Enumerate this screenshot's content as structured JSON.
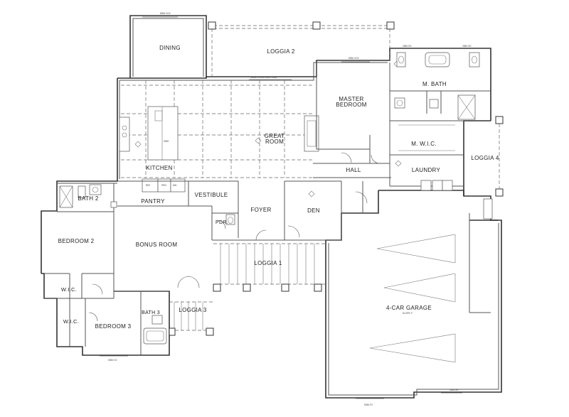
{
  "rooms": {
    "dining": "DINING",
    "loggia_2": "LOGGIA 2",
    "master_bedroom_1": "MASTER",
    "master_bedroom_2": "BEDROOM",
    "m_bath": "M. BATH",
    "great_room_1": "GREAT",
    "great_room_2": "ROOM",
    "m_wic": "M. W.I.C.",
    "loggia_4": "LOGGIA 4",
    "kitchen": "KITCHEN",
    "hall": "HALL",
    "laundry": "LAUNDRY",
    "bath_2": "BATH 2",
    "vestibule": "VESTIBULE",
    "pantry": "PANTRY",
    "foyer": "FOYER",
    "den": "DEN",
    "pdr": "PDR.",
    "bedroom_2": "BEDROOM 2",
    "bonus_room": "BONUS ROOM",
    "loggia_1": "LOGGIA 1",
    "wic_upper": "W.I.C.",
    "wic_lower": "W.I.C.",
    "four_car_garage": "4-CAR GARAGE",
    "bath_3": "BATH 3",
    "loggia_3": "LOGGIA 3",
    "bedroom_3": "BEDROOM 3"
  },
  "notes": {
    "window_dining_top": "8056 XOX",
    "window_master_top": "8056 XOX",
    "stack_door": "16080 STACK SGD TEMP.",
    "window_mbath_left": "2656 SH",
    "window_mbath_right": "2656 SH",
    "slope": "SLOPE 2\"",
    "garage_door_bottom": "3056 SH",
    "garage_bottom": "5056 FX",
    "bed3_bottom": "5056 XO",
    "refrig": "REF.",
    "pro": "PRO.",
    "dw": "DW",
    "sink": "SINK"
  },
  "colors": {
    "line": "#333333",
    "background": "#ffffff"
  }
}
